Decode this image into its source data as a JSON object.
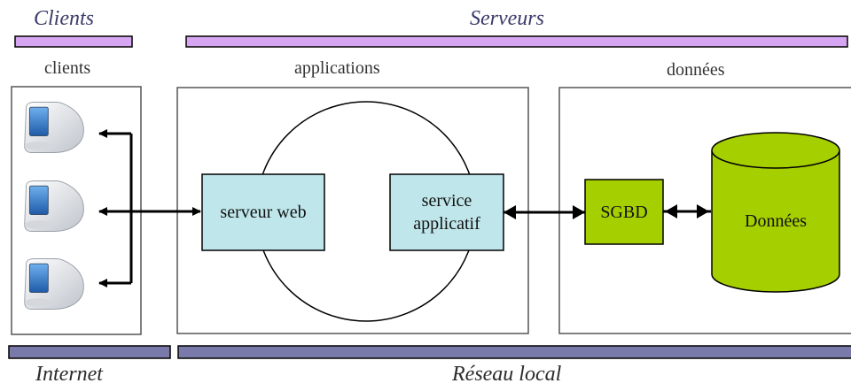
{
  "tiers": {
    "clients_label": "Clients",
    "servers_label": "Serveurs"
  },
  "columns": {
    "clients": "clients",
    "applications": "applications",
    "donnees": "données"
  },
  "components": {
    "web_server": "serveur web",
    "app_service_line1": "service",
    "app_service_line2": "applicatif",
    "dbms": "SGBD",
    "database": "Données"
  },
  "networks": {
    "internet": "Internet",
    "local": "Réseau local"
  },
  "colors": {
    "top_bar": "#d6a6f2",
    "bottom_bar": "#7a7aaa",
    "component_fill": "#bfe6ea",
    "data_fill": "#a6cf00",
    "line": "#000000",
    "frame": "#555555"
  },
  "icons": {
    "client_computer": "imac-computer-icon"
  }
}
